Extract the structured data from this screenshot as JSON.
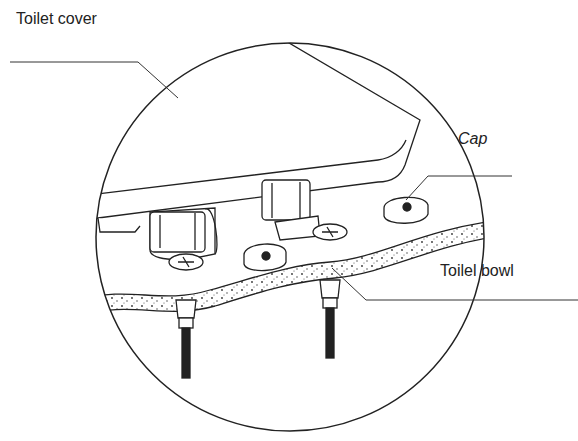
{
  "diagram": {
    "labels": [
      "Toilet cover",
      "Cap",
      "Toilel bowl"
    ]
  }
}
